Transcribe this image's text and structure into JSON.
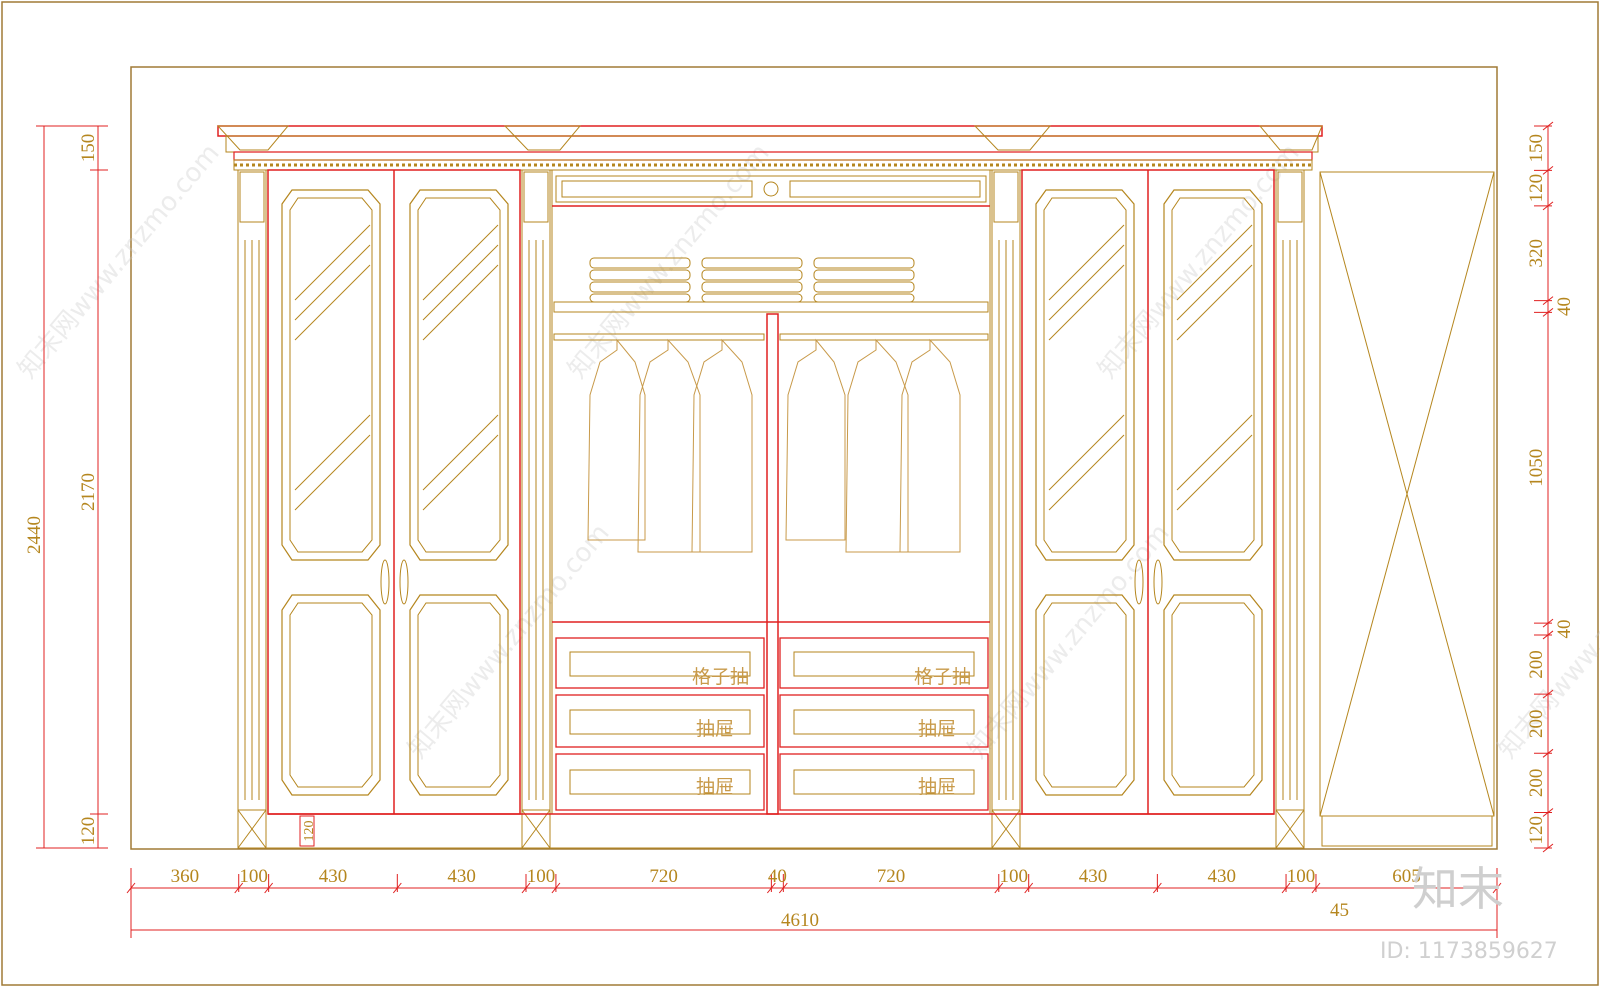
{
  "bottom_dims": [
    "360",
    "100",
    "430",
    "430",
    "100",
    "720",
    "40",
    "720",
    "100",
    "430",
    "430",
    "100",
    "605"
  ],
  "total_width": "4610",
  "side_gap": "45",
  "left_dims": {
    "overall": "2440",
    "body": "2170",
    "cornice": "150",
    "plinth": "120"
  },
  "right_dims": [
    "150",
    "120",
    "320",
    "40",
    "1050",
    "40",
    "200",
    "200",
    "200",
    "120"
  ],
  "plinth_small": "120",
  "drawer_labels": {
    "grid": "格子抽",
    "drawer": "抽屉"
  },
  "watermark": {
    "brand": "知末",
    "id": "ID: 1173859627",
    "url": "知末网www.znzmo.com"
  },
  "colors": {
    "red": "#e02020",
    "gold": "#b5861e",
    "frame": "#a07a36",
    "wm": "#c8c8c8"
  }
}
